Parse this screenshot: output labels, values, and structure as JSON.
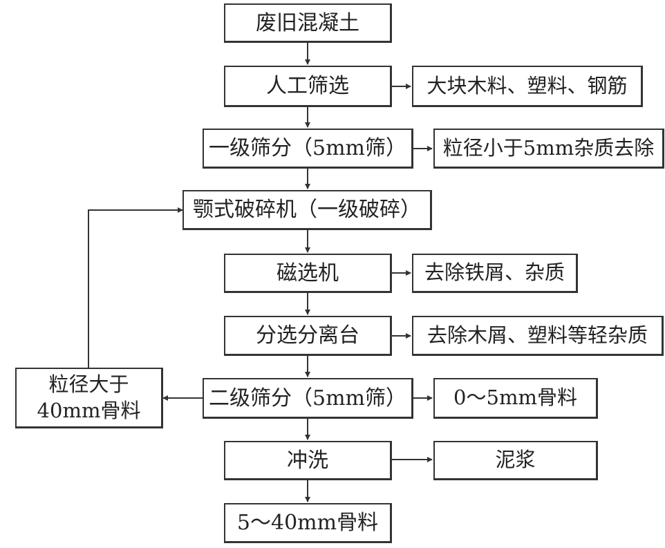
{
  "main_steps": {
    "waste_concrete": "废旧混凝土",
    "manual_screening": "人工筛选",
    "primary_screening": "一级筛分（5mm筛）",
    "jaw_crusher": "颚式破碎机（一级破碎）",
    "magnetic_separator": "磁选机",
    "sorting_table": "分选分离台",
    "secondary_screening": "二级筛分（5mm筛）",
    "washing": "冲洗",
    "product": "5～40mm骨料"
  },
  "side_outputs": {
    "manual_removed": "大块木料、塑料、钢筋",
    "fines_removed": "粒径小于5mm杂质去除",
    "iron_removed": "去除铁屑、杂质",
    "light_removed": "去除木屑、塑料等轻杂质",
    "fine_aggregate": "0～5mm骨料",
    "slurry": "泥浆"
  },
  "recycle": {
    "line1": "粒径大于",
    "line2": "40mm骨料"
  },
  "colors": {
    "stroke": "#333333",
    "text": "#222222",
    "background": "#ffffff"
  }
}
